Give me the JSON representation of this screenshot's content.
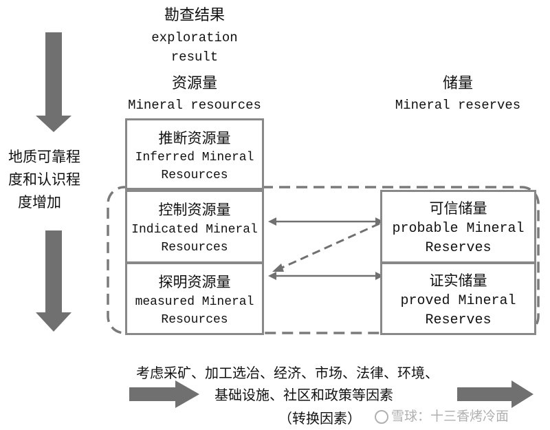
{
  "header": {
    "result_zh": "勘查结果",
    "result_en_1": "exploration",
    "result_en_2": "result",
    "resources_zh": "资源量",
    "resources_en": "Mineral resources",
    "reserves_zh": "储量",
    "reserves_en": "Mineral reserves"
  },
  "left_label": {
    "line1": "地质可靠程",
    "line2": "度和认识程",
    "line3": "度增加"
  },
  "boxes": {
    "inferred": {
      "zh": "推断资源量",
      "en1": "Inferred Mineral",
      "en2": "Resources"
    },
    "indicated": {
      "zh": "控制资源量",
      "en1": "Indicated Mineral",
      "en2": "Resources"
    },
    "measured": {
      "zh": "探明资源量",
      "en1": "measured Mineral",
      "en2": "Resources"
    },
    "probable": {
      "zh": "可信储量",
      "en1": "probable Mineral",
      "en2": "Reserves"
    },
    "proved": {
      "zh": "证实储量",
      "en1": "proved Mineral",
      "en2": "Reserves"
    }
  },
  "factors": {
    "line1": "考虑采矿、加工选冶、经济、市场、法律、环境、",
    "line2": "基础设施、社区和政策等因素",
    "line3": "（转换因素）"
  },
  "watermark": "雪球：十三香烤冷面",
  "colors": {
    "arrow": "#707070",
    "border": "#888888",
    "text": "#111111"
  }
}
